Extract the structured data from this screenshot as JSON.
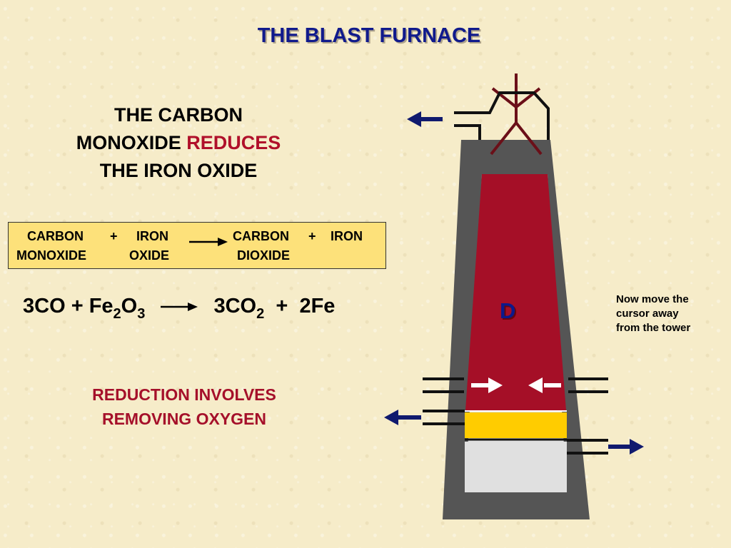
{
  "slide": {
    "title": "THE BLAST FURNACE",
    "statement": {
      "line1": "THE CARBON",
      "line2_prefix": "MONOXIDE ",
      "line2_highlight": "REDUCES",
      "line3": "THE IRON OXIDE"
    },
    "word_equation": {
      "reactant1_line1": "CARBON",
      "reactant1_line2": "MONOXIDE",
      "plus1": "+",
      "reactant2_line1": "IRON",
      "reactant2_line2": "OXIDE",
      "product1_line1": "CARBON",
      "product1_line2": "DIOXIDE",
      "plus2": "+",
      "product2": "IRON"
    },
    "symbol_equation": {
      "co_term": "3CO",
      "plus1": "+",
      "fe": "Fe",
      "fe_sub": "2",
      "o": "O",
      "o_sub": "3",
      "co2_term": "3CO",
      "co2_sub": "2",
      "plus2": "+",
      "fe_product": "2Fe"
    },
    "reduction_note": {
      "line1": "REDUCTION INVOLVES",
      "line2": "REMOVING OXYGEN"
    },
    "cursor_note": {
      "line1": "Now move the",
      "line2": "cursor away",
      "line3": "from the tower"
    },
    "stage_label": "D"
  },
  "colors": {
    "title": "#101a8c",
    "highlight_red": "#b0102a",
    "box_fill": "#fde17a",
    "furnace_wall": "#555555",
    "furnace_charge": "#a50f27",
    "slag": "#ffcc00",
    "molten_iron": "#e0e0e0",
    "arrow_navy": "#101a6e",
    "chute": "#6b0f18"
  }
}
